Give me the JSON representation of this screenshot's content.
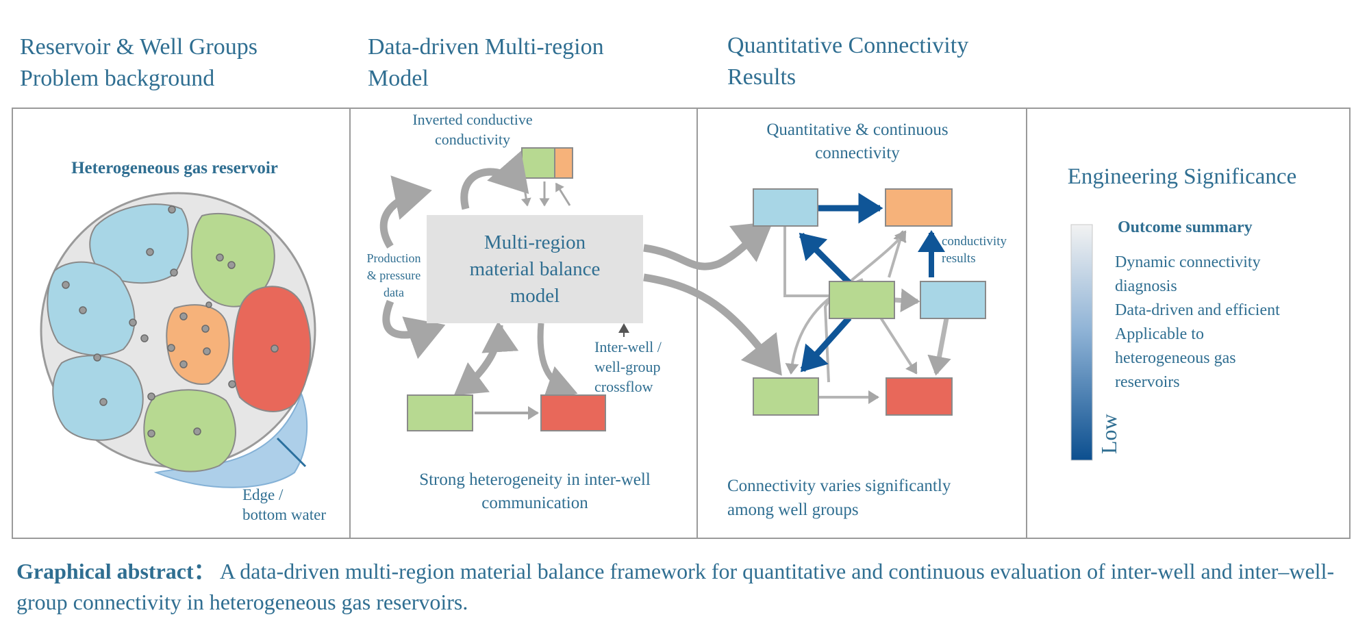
{
  "headers": {
    "col1": [
      "Reservoir & Well Groups",
      "Problem background"
    ],
    "col2": [
      "Data-driven Multi-region",
      "Model"
    ],
    "col3": [
      "Quantitative Connectivity",
      "Results"
    ]
  },
  "panel1": {
    "title": "Heterogeneous gas reservoir",
    "water_label": [
      "Edge /",
      "bottom water"
    ]
  },
  "panel2": {
    "model_label": [
      "Multi-region",
      "material balance",
      "model"
    ],
    "inverted_label": [
      "Inverted conductive",
      "conductivity"
    ],
    "production_label": [
      "Production",
      "& pressure",
      "data"
    ],
    "crossflow_label": [
      "Inter-well /",
      "well-group",
      "crossflow"
    ],
    "caption": [
      "Strong heterogeneity in inter-well",
      "communication"
    ]
  },
  "panel3": {
    "top_caption": [
      "Quantitative & continuous",
      "connectivity"
    ],
    "results_label": [
      "conductivity",
      "results"
    ],
    "bottom_caption": [
      "Connectivity varies significantly",
      "among well groups"
    ]
  },
  "panel4": {
    "title": "Engineering Significance",
    "summary_title": "Outcome summary",
    "summary_lines": [
      "Dynamic connectivity",
      "diagnosis",
      "Data-driven and efficient",
      "Applicable to",
      "heterogeneous gas",
      "reservoirs"
    ],
    "scale_label": "Low"
  },
  "footer": {
    "label": "Graphical abstract：",
    "text": "A data-driven multi-region material balance framework for quantitative and continuous evaluation of inter-well and inter–well-group connectivity in heterogeneous gas reservoirs."
  },
  "colors": {
    "blue_region": "#a8d6e6",
    "green_region": "#b7d991",
    "orange_region": "#f6b27a",
    "red_region": "#e8685a",
    "accent_text": "#2f6e91",
    "arrow_dark": "#0f5597",
    "arrow_gray": "#a6a6a6"
  }
}
